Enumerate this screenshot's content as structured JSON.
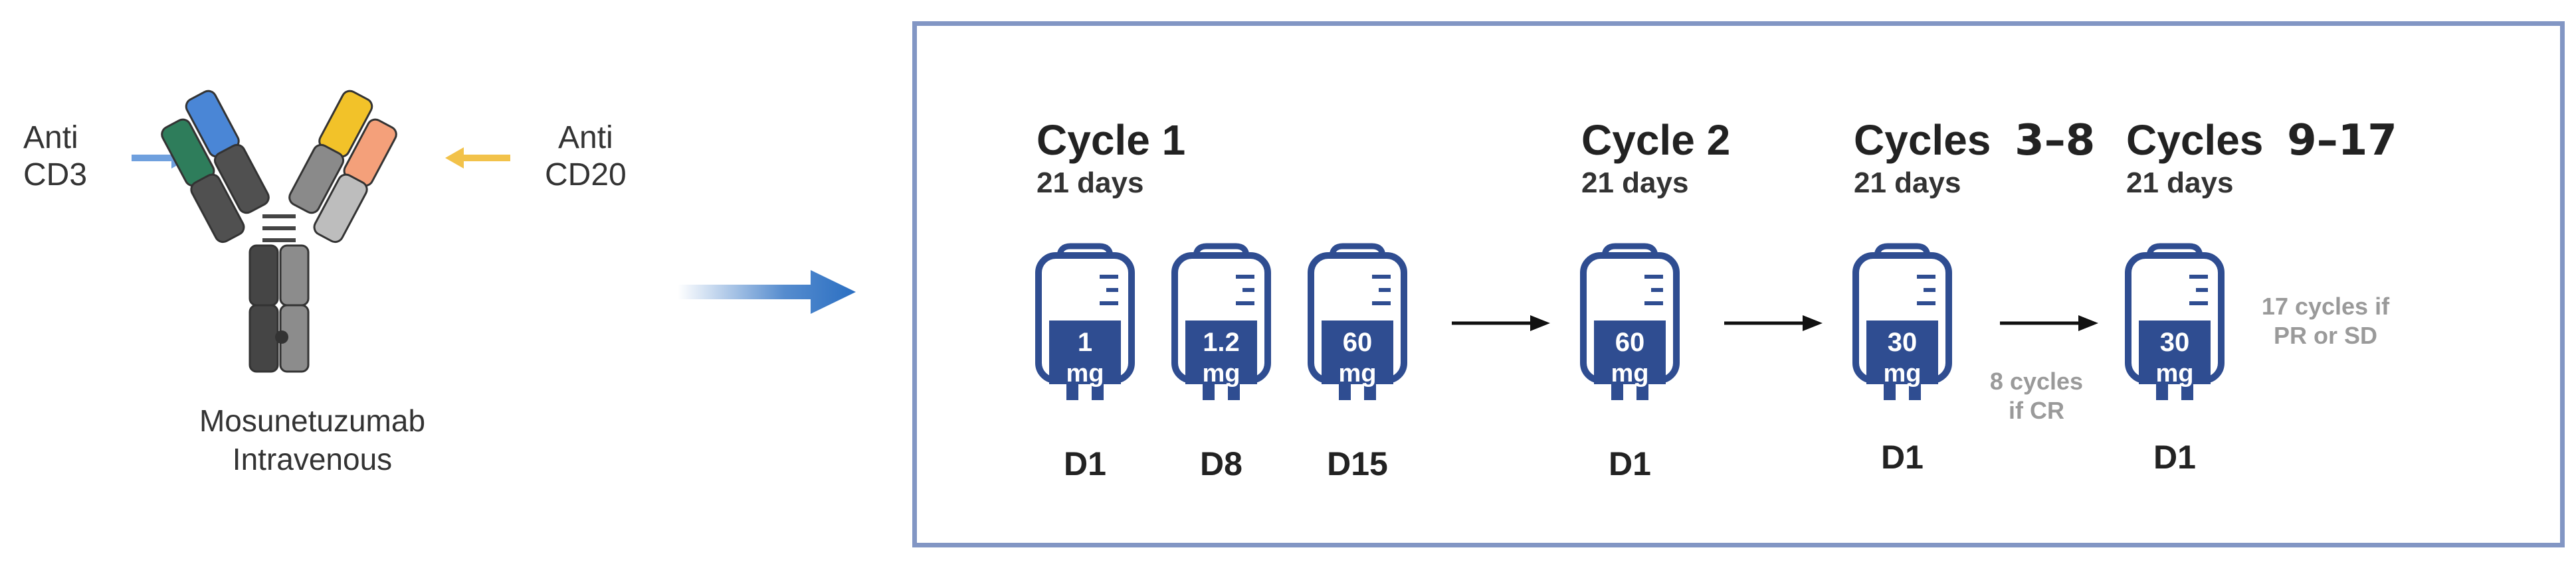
{
  "antibody": {
    "label_left_line1": "Anti",
    "label_left_line2": "CD3",
    "label_right_line1": "Anti",
    "label_right_line2": "CD20",
    "name_line1": "Mosunetuzumab",
    "name_line2": "Intravenous"
  },
  "schedule": {
    "cycles": [
      {
        "title": "Cycle 1",
        "days": "21 days",
        "doses": [
          {
            "value": "1",
            "unit": "mg",
            "day": "D1"
          },
          {
            "value": "1.2",
            "unit": "mg",
            "day": "D8"
          },
          {
            "value": "60",
            "unit": "mg",
            "day": "D15"
          }
        ]
      },
      {
        "title": "Cycle 2",
        "days": "21 days",
        "doses": [
          {
            "value": "60",
            "unit": "mg",
            "day": "D1"
          }
        ]
      },
      {
        "title_word": "Cycles",
        "title_num": "3–8",
        "days": "21 days",
        "doses": [
          {
            "value": "30",
            "unit": "mg",
            "day": "D1"
          }
        ],
        "note_line1": "8 cycles",
        "note_line2": "if CR"
      },
      {
        "title_word": "Cycles",
        "title_num": "9–17",
        "days": "21 days",
        "doses": [
          {
            "value": "30",
            "unit": "mg",
            "day": "D1"
          }
        ],
        "note_line1": "17 cycles if",
        "note_line2": "PR or SD"
      }
    ]
  },
  "colors": {
    "bag_outline": "#2f4d91",
    "bag_fill": "#2f4d91",
    "panel_border": "#8296c4",
    "arrow_blue": "#2b6fc2",
    "cd3_arrow": "#6fa0de",
    "cd20_arrow": "#f2c24a"
  }
}
